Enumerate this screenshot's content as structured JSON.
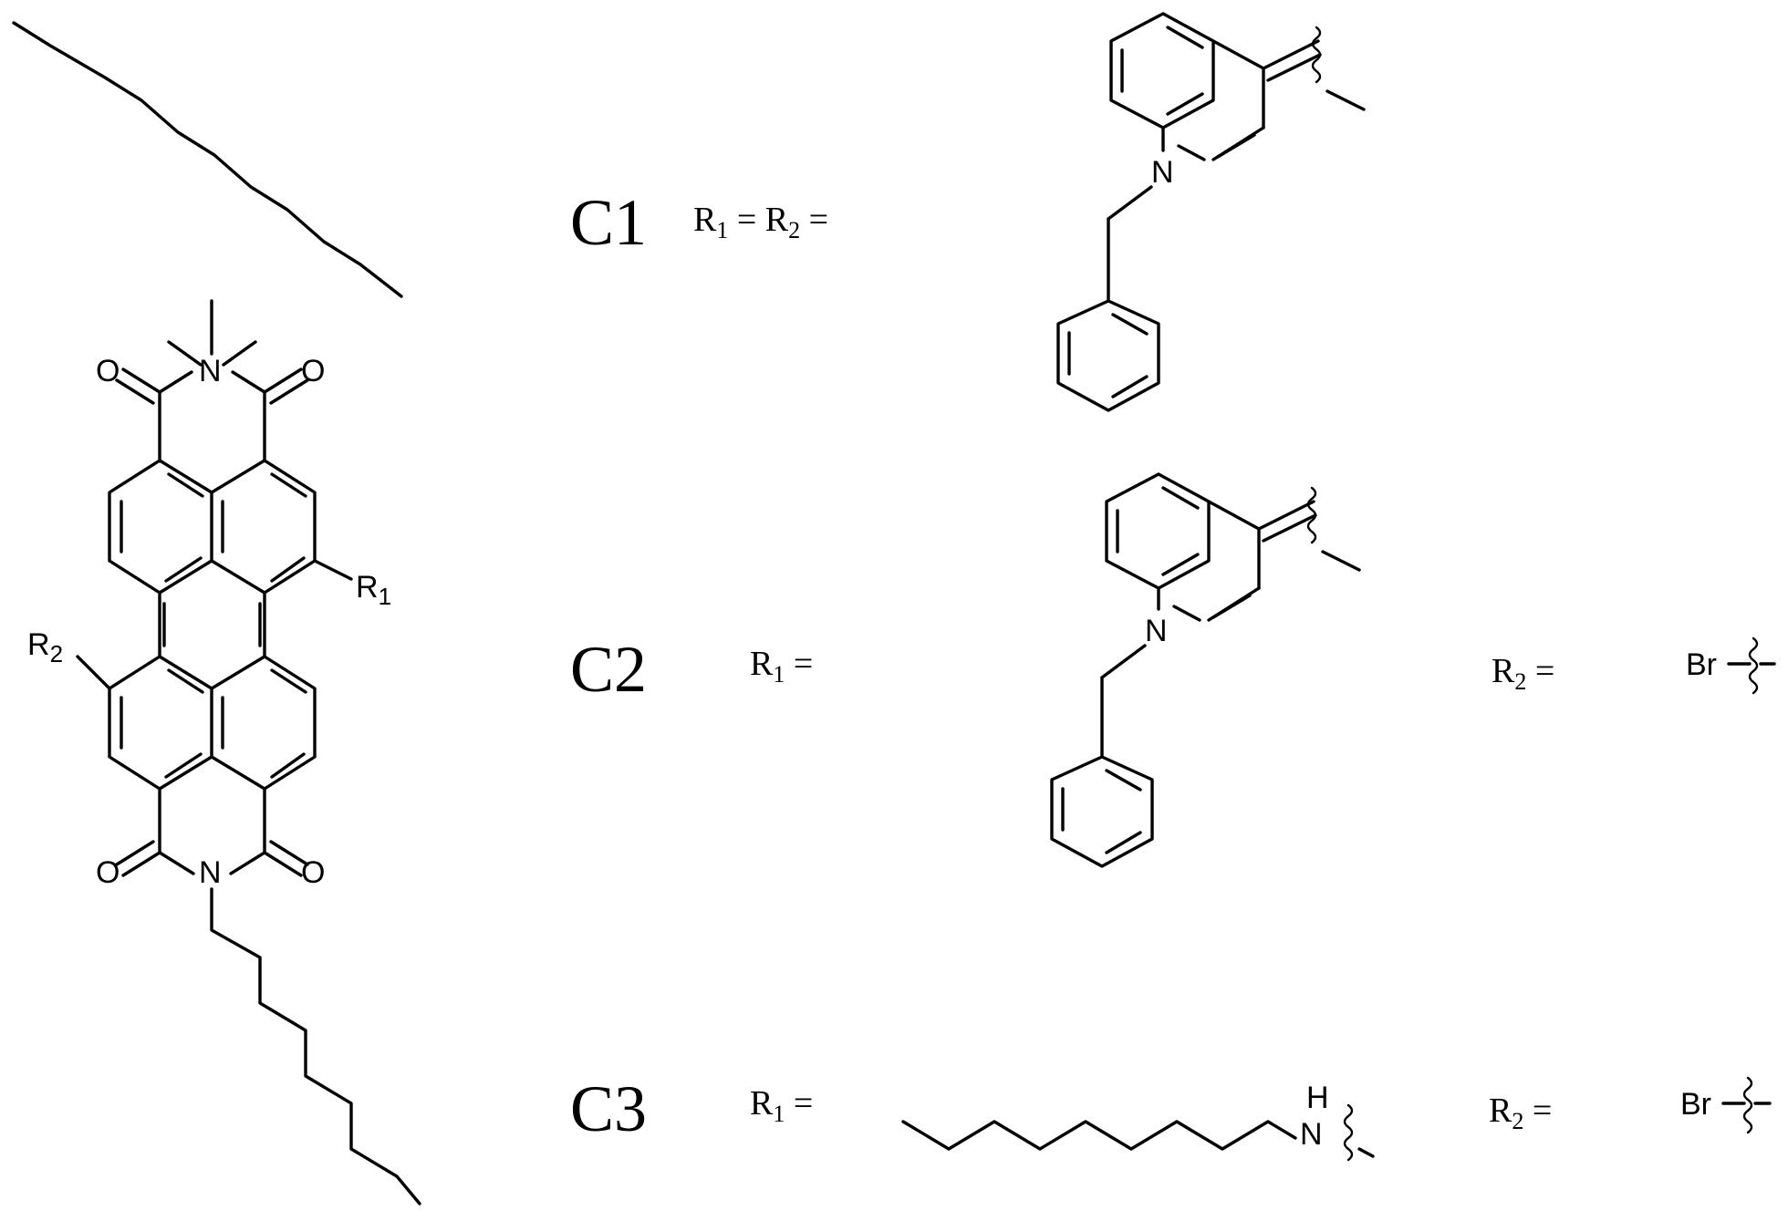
{
  "atoms": {
    "N": "N",
    "O": "O",
    "R": "R",
    "one": "1",
    "two": "2",
    "H": "H",
    "Br": "Br"
  },
  "compounds": [
    {
      "label": "C1",
      "eq1": "R",
      "s1": "1",
      "mid": " = R",
      "s2": "2",
      "tail": " ="
    },
    {
      "label": "C2",
      "r1": "R",
      "s1": "1",
      "eq": " =",
      "r2": "R",
      "s2": "2",
      "eq2": " ="
    },
    {
      "label": "C3",
      "r1": "R",
      "s1": "1",
      "eq": " =",
      "r2": "R",
      "s2": "2",
      "eq2": " ="
    }
  ],
  "substituents": {
    "bromo_bond": "—"
  }
}
